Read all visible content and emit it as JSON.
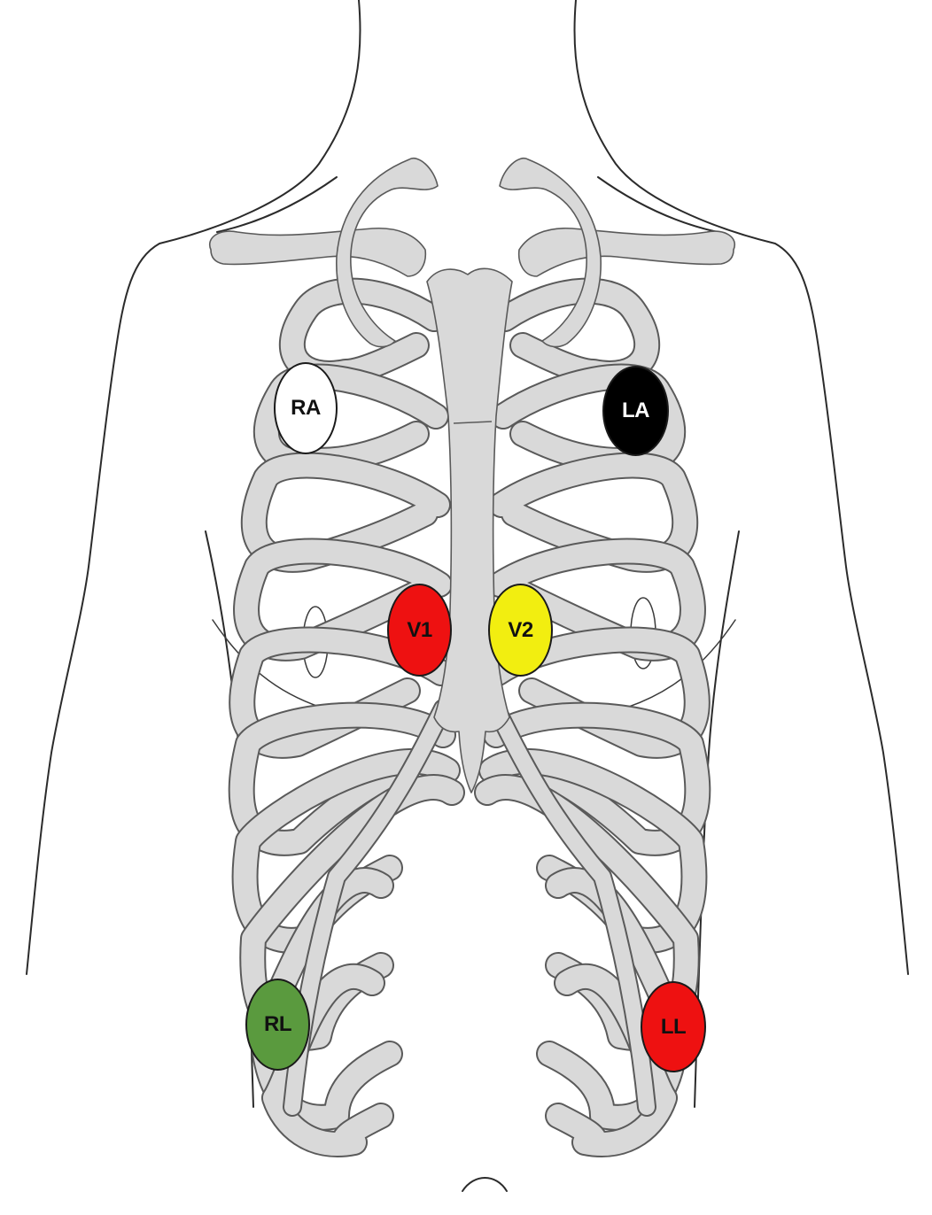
{
  "electrodes": [
    {
      "id": "ra",
      "label": "RA",
      "color": "#ffffff",
      "text_color": "#111111"
    },
    {
      "id": "la",
      "label": "LA",
      "color": "#000000",
      "text_color": "#ffffff"
    },
    {
      "id": "v1",
      "label": "V1",
      "color": "#ee1111",
      "text_color": "#111111"
    },
    {
      "id": "v2",
      "label": "V2",
      "color": "#f2ee10",
      "text_color": "#111111"
    },
    {
      "id": "rl",
      "label": "RL",
      "color": "#5a9a3e",
      "text_color": "#111111"
    },
    {
      "id": "ll",
      "label": "LL",
      "color": "#ee1111",
      "text_color": "#111111"
    }
  ],
  "colors": {
    "skin_outline": "#2b2b2b",
    "bone": "#d9d9d9",
    "bone_edge": "#5a5a5a",
    "background": "#ffffff"
  }
}
